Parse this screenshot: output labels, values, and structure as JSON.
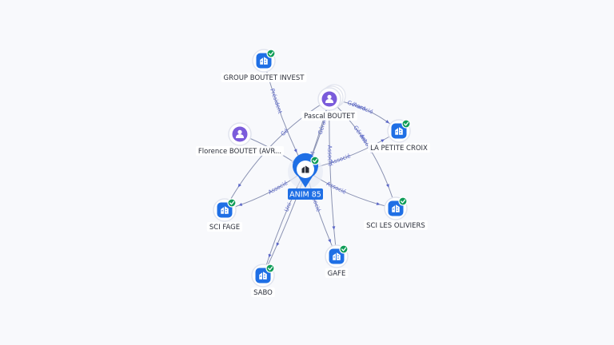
{
  "center": {
    "label": "ANIM 85",
    "type": "company",
    "verified": true
  },
  "nodes": [
    {
      "id": "group-boutet-invest",
      "label": "GROUP BOUTET INVEST",
      "type": "company",
      "verified": true
    },
    {
      "id": "pascal-boutet",
      "label": "Pascal BOUTET",
      "type": "person",
      "verified": false,
      "stacked": true
    },
    {
      "id": "florence-boutet",
      "label": "Florence BOUTET (AVR...",
      "type": "person",
      "verified": false
    },
    {
      "id": "la-petite-croix",
      "label": "LA PETITE CROIX",
      "type": "company",
      "verified": true
    },
    {
      "id": "sci-fage",
      "label": "SCI FAGE",
      "type": "company",
      "verified": true
    },
    {
      "id": "sci-les-oliviers",
      "label": "SCI LES OLIVIERS",
      "type": "company",
      "verified": true
    },
    {
      "id": "gafe",
      "label": "GAFE",
      "type": "company",
      "verified": true
    },
    {
      "id": "sabo",
      "label": "SABO",
      "type": "company",
      "verified": true
    }
  ],
  "edges": [
    {
      "id": "e1",
      "from": "group-boutet-invest",
      "to": "center",
      "labels": [
        "Président"
      ]
    },
    {
      "id": "e2",
      "from": "pascal-boutet",
      "to": "center",
      "labels": [
        "Gérant"
      ]
    },
    {
      "id": "e3",
      "from": "pascal-boutet",
      "to": "la-petite-croix",
      "labels": [
        "Gérant",
        "Associé"
      ]
    },
    {
      "id": "e4",
      "from": "pascal-boutet",
      "to": "sci-fage",
      "labels": [
        "Gé"
      ]
    },
    {
      "id": "e5",
      "from": "pascal-boutet",
      "to": "sci-les-oliviers",
      "labels": [
        "Gérant",
        "Associé"
      ]
    },
    {
      "id": "e6",
      "from": "pascal-boutet",
      "to": "sabo",
      "labels": [
        "Président"
      ]
    },
    {
      "id": "e7",
      "from": "pascal-boutet",
      "to": "gafe",
      "labels": [
        "Associé"
      ]
    },
    {
      "id": "e8",
      "from": "center",
      "to": "la-petite-croix",
      "labels": [
        "Associé"
      ]
    },
    {
      "id": "e9",
      "from": "center",
      "to": "sci-fage",
      "labels": [
        "Associé"
      ]
    },
    {
      "id": "e10",
      "from": "center",
      "to": "sci-les-oliviers",
      "labels": [
        "Associé"
      ]
    },
    {
      "id": "e11",
      "from": "center",
      "to": "gafe",
      "labels": [
        "Associé"
      ]
    },
    {
      "id": "e12",
      "from": "center",
      "to": "sabo",
      "labels": [
        "Uni"
      ]
    },
    {
      "id": "e13",
      "from": "florence-boutet",
      "to": "center",
      "labels": []
    }
  ]
}
